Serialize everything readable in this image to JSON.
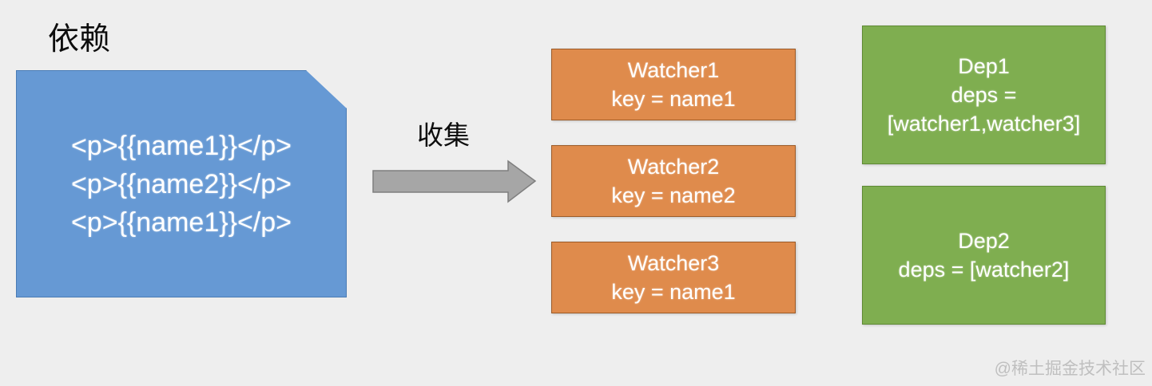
{
  "diagram": {
    "background_color": "#eeeeee",
    "left_group": {
      "label": "依赖",
      "template_block": {
        "fill_color": "#6699d4",
        "lines": [
          "<p>{{name1}}</p>",
          "<p>{{name2}}</p>",
          "<p>{{name1}}</p>"
        ]
      }
    },
    "arrow": {
      "label": "收集",
      "color": "#a6a6a6",
      "direction": "right"
    },
    "watchers": {
      "fill_color": "#df8b4c",
      "items": [
        {
          "title": "Watcher1",
          "detail": "key = name1"
        },
        {
          "title": "Watcher2",
          "detail": "key = name2"
        },
        {
          "title": "Watcher3",
          "detail": "key = name1"
        }
      ]
    },
    "deps": {
      "fill_color": "#7fae50",
      "items": [
        {
          "lines": [
            "Dep1",
            "deps =",
            "[watcher1,watcher3]"
          ]
        },
        {
          "lines": [
            "Dep2",
            "deps = [watcher2]"
          ]
        }
      ]
    },
    "watermark": "@稀土掘金技术社区"
  }
}
